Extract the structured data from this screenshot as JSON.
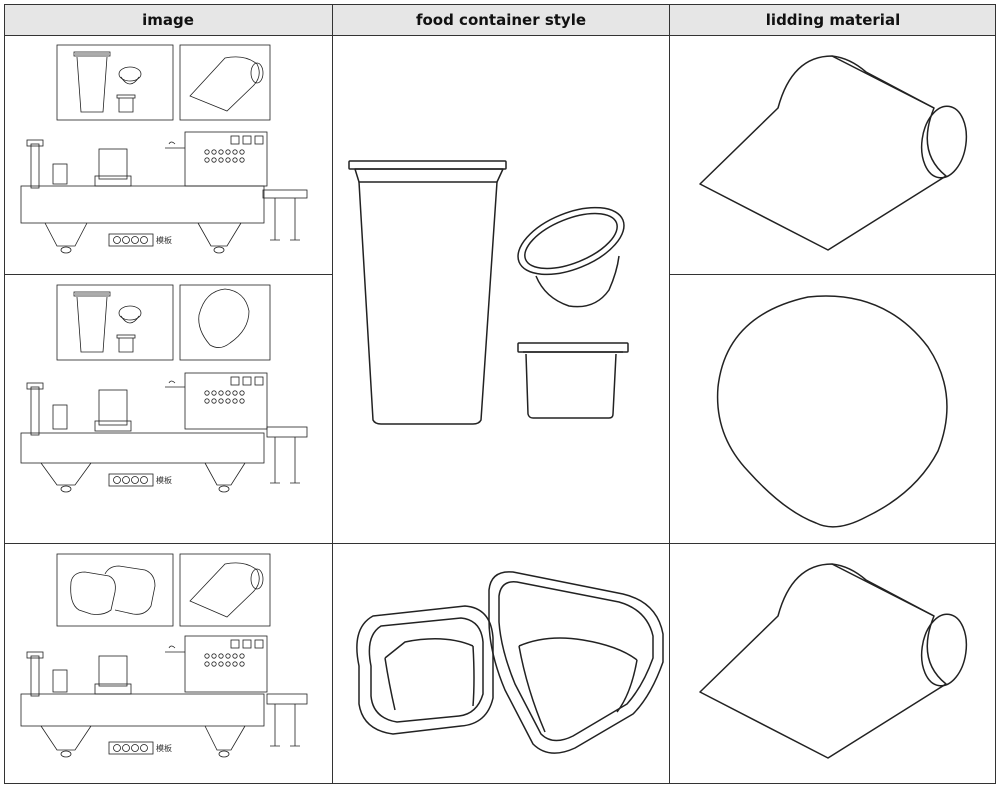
{
  "table": {
    "headers": [
      "image",
      "food container style",
      "lidding material"
    ],
    "machine_panel_label": "模板",
    "rows": [
      {
        "container_style": "cup-and-bowl",
        "lidding": "film-roll"
      },
      {
        "container_style": "cup-and-bowl",
        "lidding": "pre-cut-lid"
      },
      {
        "container_style": "square-trays",
        "lidding": "film-roll"
      }
    ]
  },
  "colors": {
    "header_bg": "#e6e6e6",
    "grid": "#333333",
    "line_art": "#222222"
  }
}
